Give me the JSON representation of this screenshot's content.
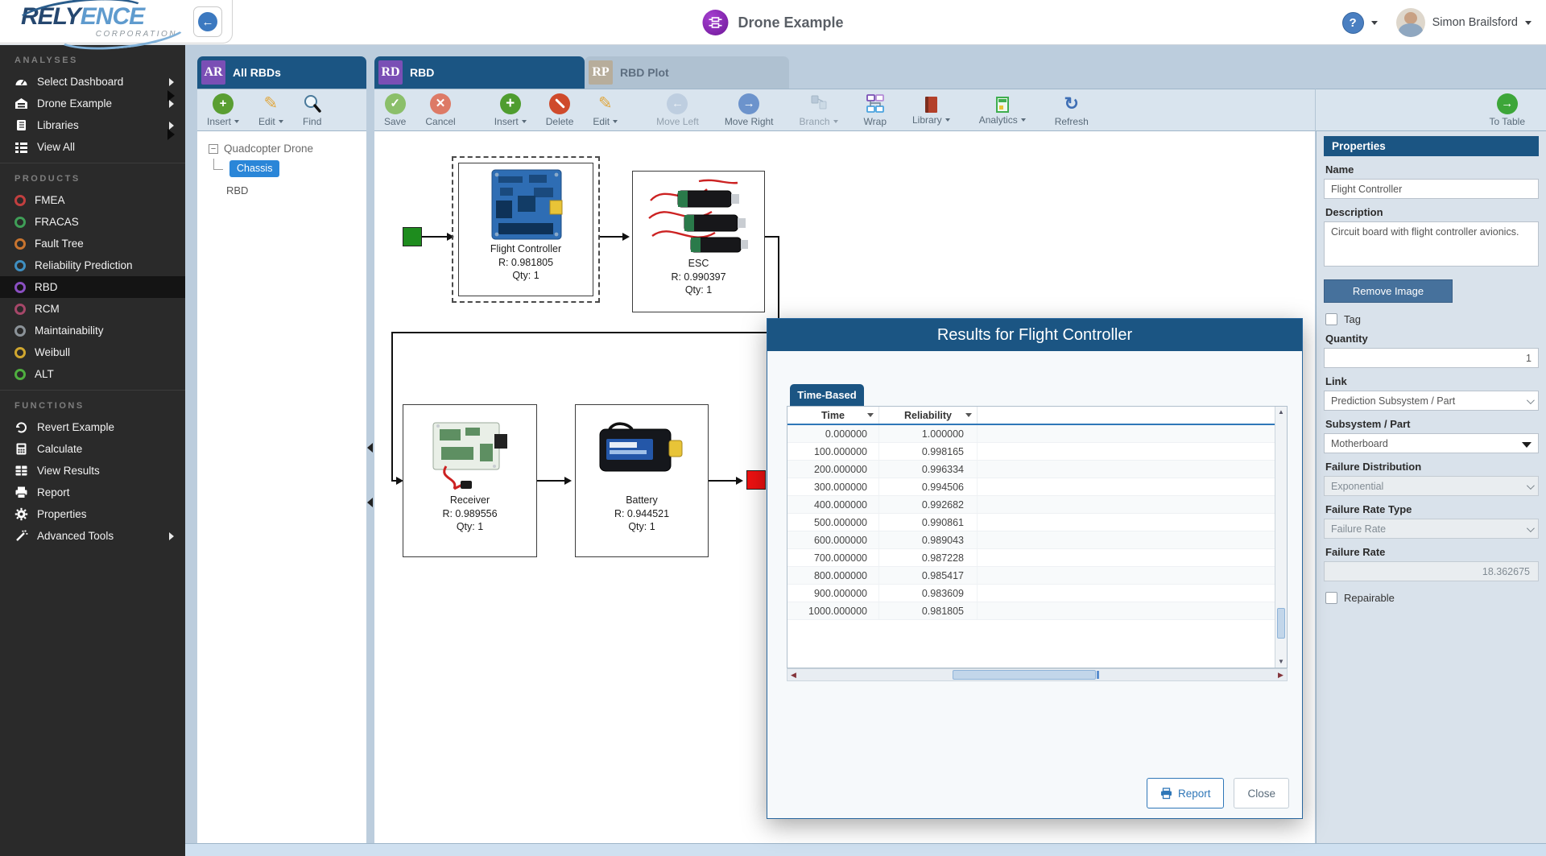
{
  "header": {
    "brand_primary": "RELY",
    "brand_secondary": "ENCE",
    "brand_subtitle": "CORPORATION",
    "back_glyph": "←",
    "title": "Drone Example",
    "help_label": "?",
    "user_name": "Simon Brailsford"
  },
  "sidebar": {
    "sections": [
      {
        "title": "ANALYSES",
        "items": [
          {
            "label": "Select Dashboard"
          },
          {
            "label": "Drone Example"
          },
          {
            "label": "Libraries"
          },
          {
            "label": "View All"
          }
        ]
      },
      {
        "title": "PRODUCTS",
        "items": [
          {
            "label": "FMEA",
            "color": "#c13f3f"
          },
          {
            "label": "FRACAS",
            "color": "#3f9e57"
          },
          {
            "label": "Fault Tree",
            "color": "#c8742f"
          },
          {
            "label": "Reliability Prediction",
            "color": "#3f8fc1"
          },
          {
            "label": "RBD",
            "color": "#8a4fc1"
          },
          {
            "label": "RCM",
            "color": "#a64769"
          },
          {
            "label": "Maintainability",
            "color": "#8b9298"
          },
          {
            "label": "Weibull",
            "color": "#cfa62f"
          },
          {
            "label": "ALT",
            "color": "#4fae3f"
          }
        ]
      },
      {
        "title": "FUNCTIONS",
        "items": [
          {
            "label": "Revert Example"
          },
          {
            "label": "Calculate"
          },
          {
            "label": "View Results"
          },
          {
            "label": "Report"
          },
          {
            "label": "Properties"
          },
          {
            "label": "Advanced Tools"
          }
        ]
      }
    ]
  },
  "tabs": [
    {
      "badge": "AR",
      "label": "All RBDs"
    },
    {
      "badge": "RD",
      "label": "RBD"
    },
    {
      "badge": "RP",
      "label": "RBD Plot"
    }
  ],
  "left_pane": {
    "toolbar": [
      {
        "label": "Insert"
      },
      {
        "label": "Edit"
      },
      {
        "label": "Find"
      }
    ],
    "tree": {
      "root": "Quadcopter Drone",
      "expand_glyph": "−",
      "selected_child": "Chassis",
      "child2": "RBD"
    }
  },
  "toolbar": {
    "buttons": [
      {
        "label": "Save"
      },
      {
        "label": "Cancel"
      },
      {
        "label": "Insert"
      },
      {
        "label": "Delete"
      },
      {
        "label": "Edit"
      },
      {
        "label": "Move Left"
      },
      {
        "label": "Move Right"
      },
      {
        "label": "Branch"
      },
      {
        "label": "Wrap"
      },
      {
        "label": "Library"
      },
      {
        "label": "Analytics"
      },
      {
        "label": "Refresh"
      }
    ],
    "to_table": "To Table"
  },
  "diagram": {
    "blocks": [
      {
        "name": "Flight Controller",
        "reliability": "R: 0.981805",
        "qty": "Qty: 1"
      },
      {
        "name": "ESC",
        "reliability": "R: 0.990397",
        "qty": "Qty: 1"
      },
      {
        "name": "Receiver",
        "reliability": "R: 0.989556",
        "qty": "Qty: 1"
      },
      {
        "name": "Battery",
        "reliability": "R: 0.944521",
        "qty": "Qty: 1"
      }
    ]
  },
  "modal": {
    "title": "Results for Flight Controller",
    "tab": "Time-Based",
    "columns": [
      "Time",
      "Reliability"
    ],
    "rows": [
      [
        "0.000000",
        "1.000000"
      ],
      [
        "100.000000",
        "0.998165"
      ],
      [
        "200.000000",
        "0.996334"
      ],
      [
        "300.000000",
        "0.994506"
      ],
      [
        "400.000000",
        "0.992682"
      ],
      [
        "500.000000",
        "0.990861"
      ],
      [
        "600.000000",
        "0.989043"
      ],
      [
        "700.000000",
        "0.987228"
      ],
      [
        "800.000000",
        "0.985417"
      ],
      [
        "900.000000",
        "0.983609"
      ],
      [
        "1000.000000",
        "0.981805"
      ]
    ],
    "report_button": "Report",
    "close_button": "Close"
  },
  "properties": {
    "header": "Properties",
    "name_label": "Name",
    "name_value": "Flight Controller",
    "description_label": "Description",
    "description_value": "Circuit board with flight controller avionics.",
    "remove_image_button": "Remove Image",
    "tag_label": "Tag",
    "quantity_label": "Quantity",
    "quantity_value": "1",
    "link_label": "Link",
    "link_value": "Prediction Subsystem / Part",
    "subsystem_label": "Subsystem / Part",
    "subsystem_value": "Motherboard",
    "failure_distribution_label": "Failure Distribution",
    "failure_distribution_value": "Exponential",
    "failure_rate_type_label": "Failure Rate Type",
    "failure_rate_type_value": "Failure Rate",
    "failure_rate_label": "Failure Rate",
    "failure_rate_value": "18.362675",
    "repairable_label": "Repairable"
  },
  "colors": {
    "accent_blue": "#1b5583",
    "badge_purple": "#7a4fb5",
    "start_node_green": "#1e8c1e",
    "end_node_red": "#ee1111"
  }
}
